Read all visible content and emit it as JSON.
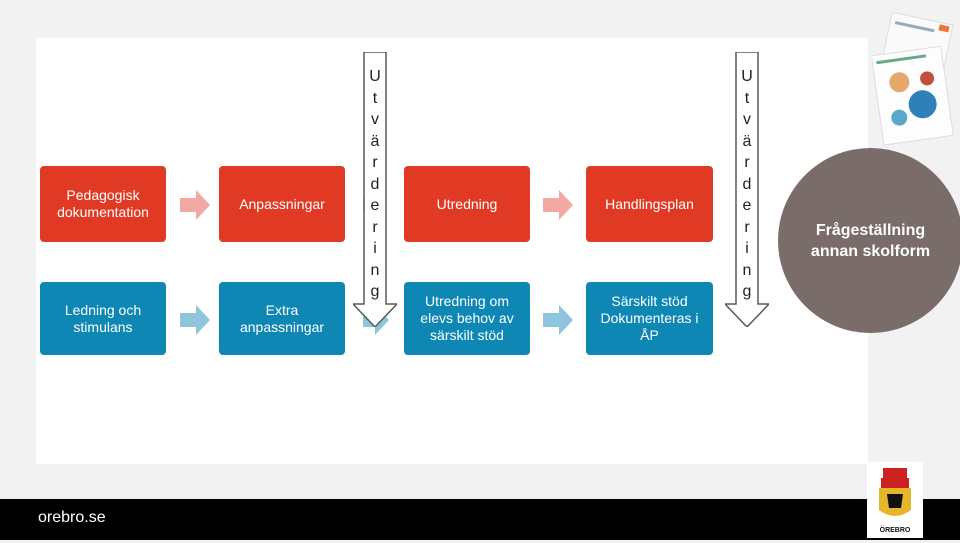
{
  "boxes": {
    "pedagogisk": "Pedagogisk dokumentation",
    "anpassningar": "Anpassningar",
    "utredning": "Utredning",
    "handlingsplan": "Handlingsplan",
    "ledning": "Ledning och stimulans",
    "extra": "Extra anpassningar",
    "utredning_behov": "Utredning om elevs behov av särskilt stöd",
    "sarskilt_stod": "Särskilt stöd Dokumenteras i ÅP"
  },
  "vertical_letters": [
    "U",
    "t",
    "v",
    "ä",
    "r",
    "d",
    "e",
    "r",
    "i",
    "n",
    "g"
  ],
  "circle_label": "Frågeställning annan skolform",
  "footer": {
    "site": "orebro.se"
  },
  "logo_text": "ÖREBRO",
  "colors": {
    "red_box": "#e03a25",
    "blue_box": "#0e87b5",
    "circle": "#7a6c69"
  }
}
